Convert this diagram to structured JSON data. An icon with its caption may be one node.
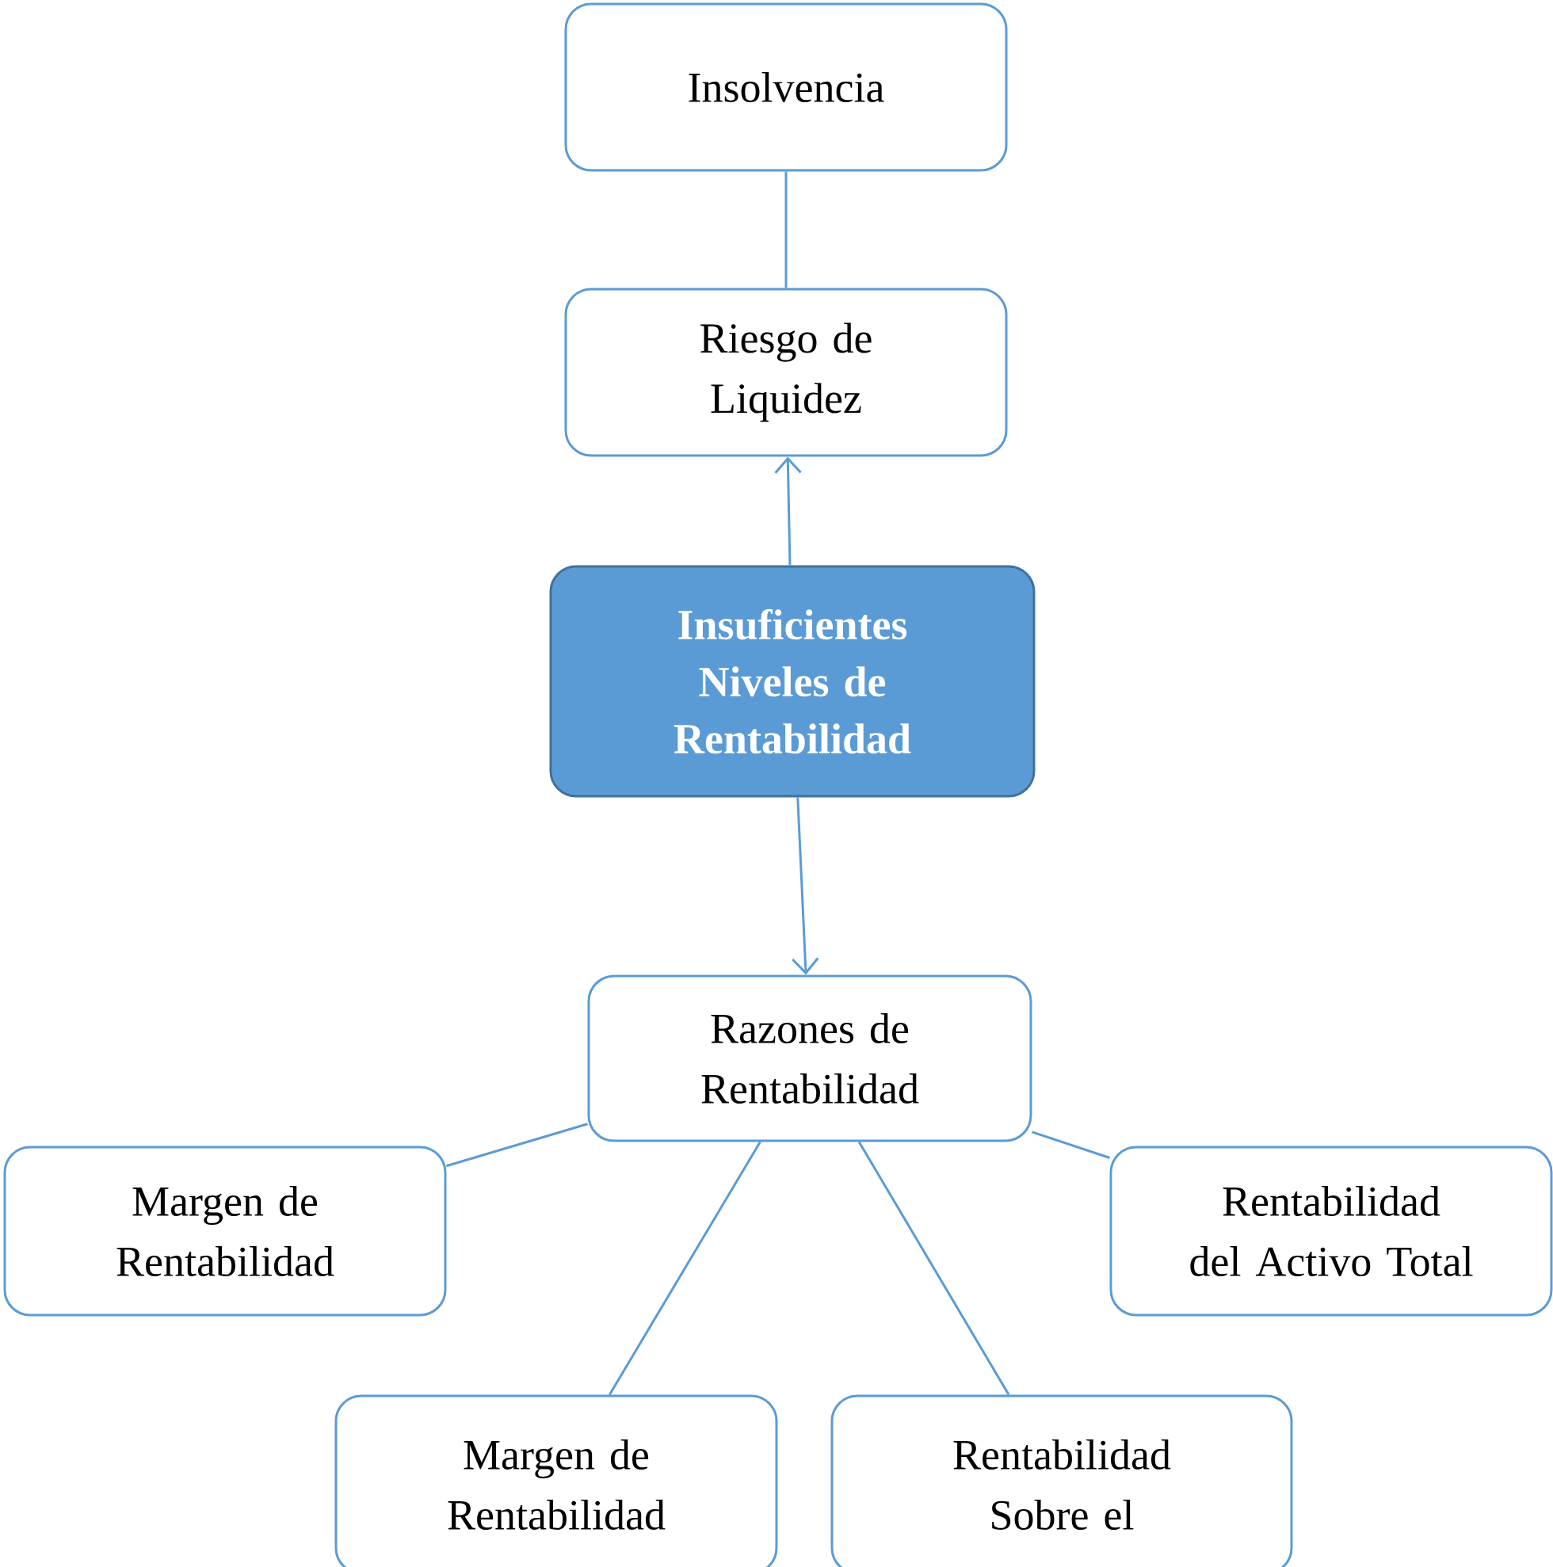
{
  "diagram": {
    "nodes": [
      {
        "text": [
          "Insolvencia"
        ]
      },
      {
        "text": [
          "Riesgo de Liquidez"
        ]
      },
      {
        "text": [
          "Insuficientes Niveles de Rentabilidad"
        ]
      },
      {
        "text": [
          "Razones de Rentabilidad"
        ]
      },
      {
        "text": [
          "Margen de Rentabilidad"
        ]
      },
      {
        "text": [
          "Rentabilidad del Activo Total"
        ]
      },
      {
        "text": [
          "Margen de Rentabilidad"
        ]
      },
      {
        "text": [
          "Rentabilidad Sobre el"
        ]
      }
    ],
    "edges": [
      {
        "from": 0,
        "to": 1,
        "arrow": "none"
      },
      {
        "from": 2,
        "to": 1,
        "arrow": "to"
      },
      {
        "from": 2,
        "to": 3,
        "arrow": "to"
      },
      {
        "from": 3,
        "to": 4,
        "arrow": "none"
      },
      {
        "from": 3,
        "to": 5,
        "arrow": "none"
      },
      {
        "from": 3,
        "to": 6,
        "arrow": "none"
      },
      {
        "from": 3,
        "to": 7,
        "arrow": "none"
      }
    ]
  }
}
